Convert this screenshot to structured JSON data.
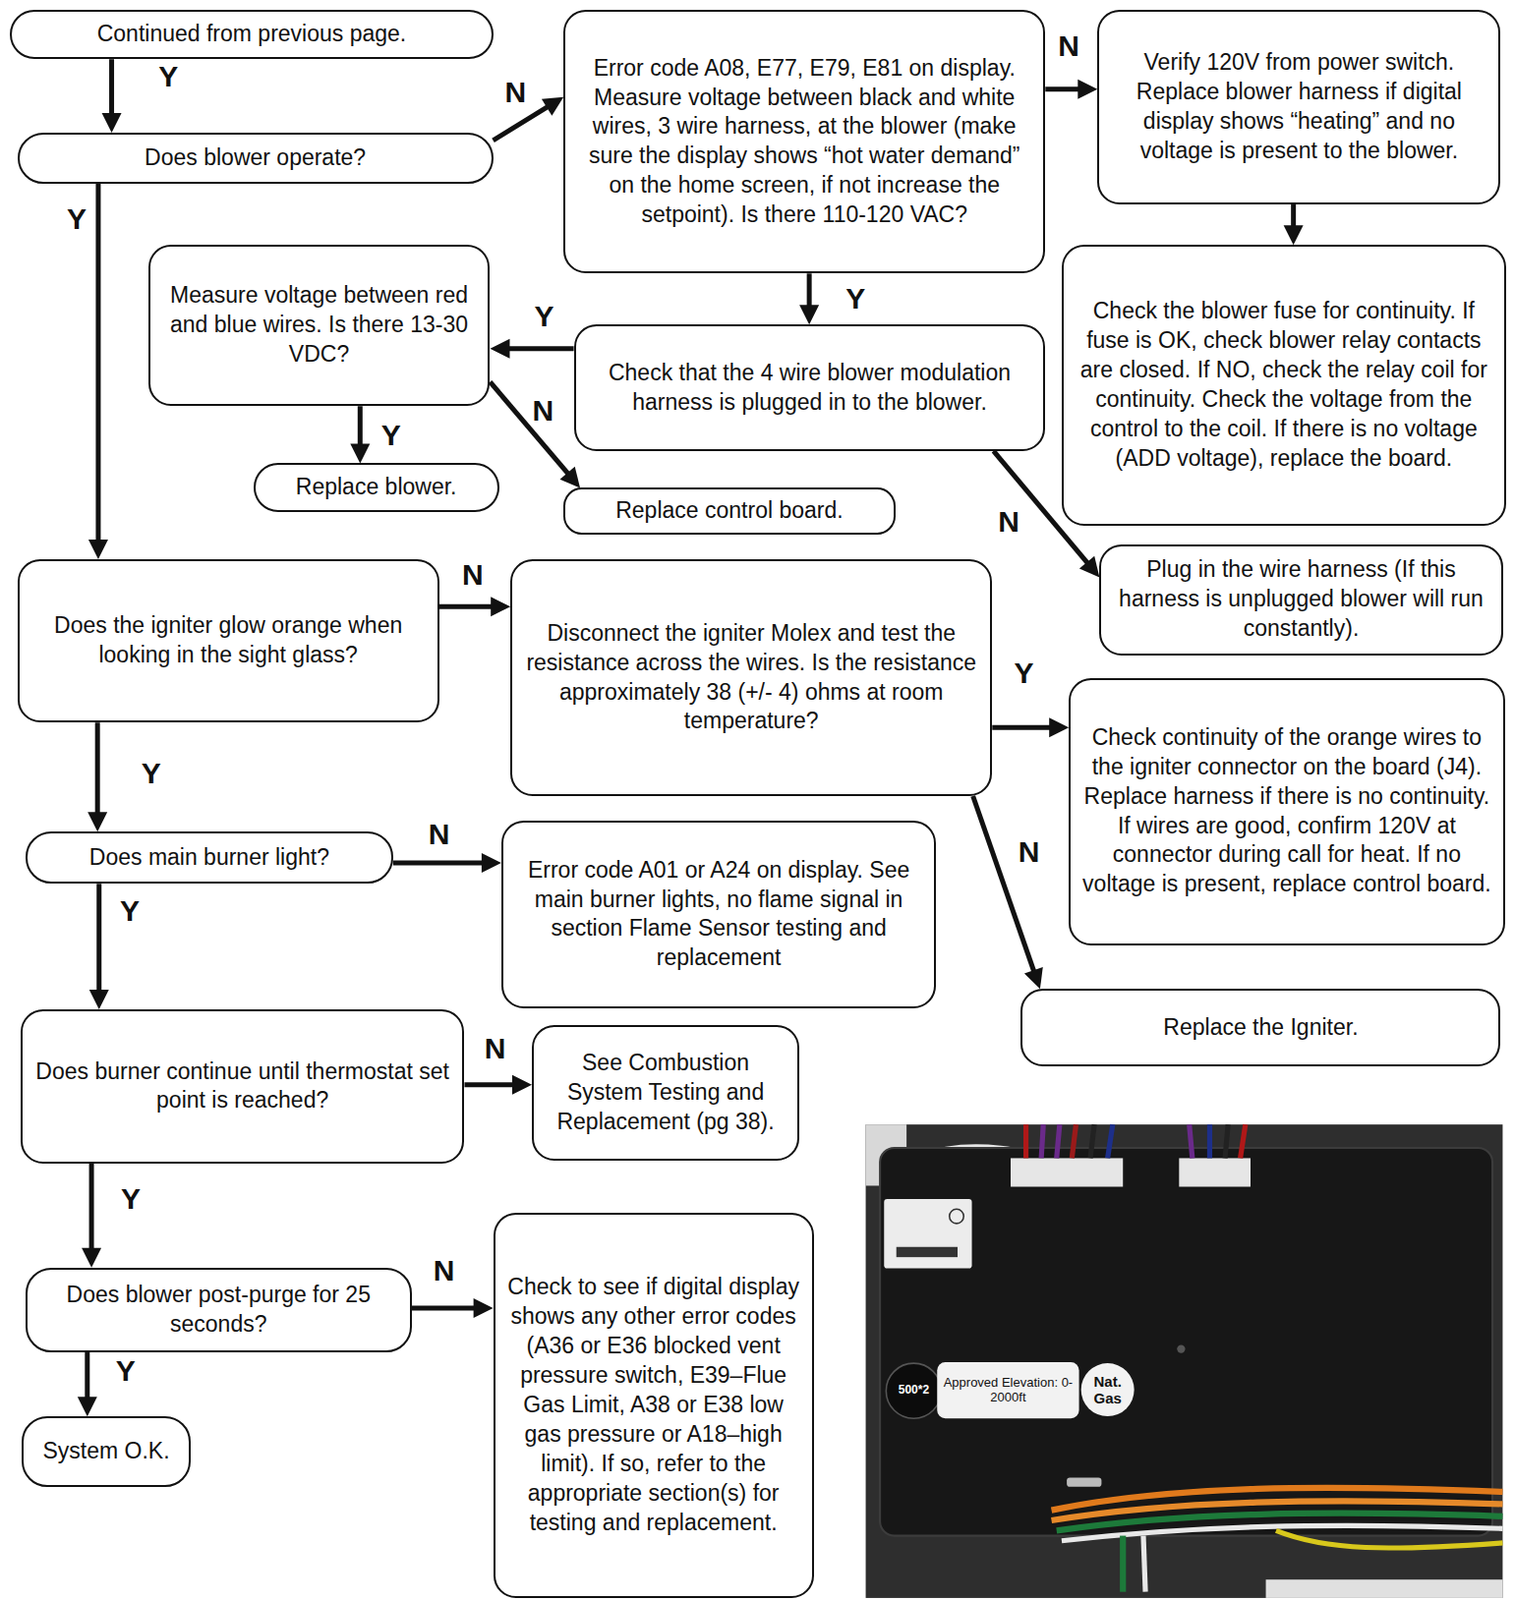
{
  "diagram": {
    "nodes": [
      {
        "text": [
          "Continued from previous page."
        ]
      },
      {
        "text": [
          "Does blower operate?"
        ]
      },
      {
        "text": [
          "Error code A08, E77, E79, E81 on display. Measure voltage between black and white wires, 3 wire harness, at the blower (make sure the display shows “hot water demand” on the home screen, if not increase the setpoint). Is there 110-120 VAC?"
        ]
      },
      {
        "text": [
          "Verify 120V from power switch. Replace blower harness if digital display shows “heating” and no voltage is present to the blower."
        ]
      },
      {
        "text": [
          "Check the blower fuse for continuity. If fuse is OK, check blower relay contacts are closed. If NO, check the relay coil for continuity. Check the voltage from the control to the coil. If there is no voltage (ADD voltage), replace the board."
        ]
      },
      {
        "text": [
          "Measure voltage between red and blue wires. Is there 13-30 VDC?"
        ]
      },
      {
        "text": [
          "Check that the 4 wire blower modulation harness is plugged in to the blower."
        ]
      },
      {
        "text": [
          "Replace blower."
        ]
      },
      {
        "text": [
          "Replace control board."
        ]
      },
      {
        "text": [
          "Plug in the wire harness (If this harness is unplugged blower will run constantly)."
        ]
      },
      {
        "text": [
          "Does the igniter glow orange when looking in the sight glass?"
        ]
      },
      {
        "text": [
          "Disconnect the igniter Molex and test the resistance across the wires. Is the resistance approximately 38 (+/- 4) ohms at room temperature?"
        ]
      },
      {
        "text": [
          "Check continuity of the orange wires to the igniter connector on the board (J4). Replace harness if there is no continuity. If wires are good, confirm 120V at connector during call for heat. If no voltage is present, replace control board."
        ]
      },
      {
        "text": [
          "Does main burner light?"
        ]
      },
      {
        "text": [
          "Error code A01 or A24 on display. See main burner lights, no flame signal in section Flame Sensor testing and replacement"
        ]
      },
      {
        "text": [
          "Replace the Igniter."
        ]
      },
      {
        "text": [
          "Does burner continue until thermostat set point is reached?"
        ]
      },
      {
        "text": [
          "See Combustion System Testing and Replacement (pg 38)."
        ]
      },
      {
        "text": [
          "Does blower post-purge for 25 seconds?"
        ]
      },
      {
        "text": [
          "Check to see if digital display shows any other error codes (A36 or E36 blocked vent pressure switch, E39–Flue Gas Limit, A38 or E38 low gas pressure or A18–high limit). If so, refer to the appropriate section(s) for testing and replacement."
        ]
      },
      {
        "text": [
          "System O.K."
        ]
      }
    ],
    "edges": [
      {
        "from": 0,
        "to": 1,
        "label": "Y",
        "arrow": "to"
      },
      {
        "from": 1,
        "to": 2,
        "label": "N",
        "arrow": "to"
      },
      {
        "from": 2,
        "to": 3,
        "label": "N",
        "arrow": "to"
      },
      {
        "from": 3,
        "to": 4,
        "arrow": "to"
      },
      {
        "from": 2,
        "to": 6,
        "label": "Y",
        "arrow": "to"
      },
      {
        "from": 6,
        "to": 5,
        "label": "Y",
        "arrow": "to"
      },
      {
        "from": 5,
        "to": 7,
        "label": "Y",
        "arrow": "to"
      },
      {
        "from": 5,
        "to": 8,
        "label": "N",
        "arrow": "to"
      },
      {
        "from": 6,
        "to": 9,
        "label": "N",
        "arrow": "to"
      },
      {
        "from": 1,
        "to": 10,
        "label": "Y",
        "arrow": "to"
      },
      {
        "from": 10,
        "to": 11,
        "label": "N",
        "arrow": "to"
      },
      {
        "from": 11,
        "to": 12,
        "label": "Y",
        "arrow": "to"
      },
      {
        "from": 11,
        "to": 15,
        "label": "N",
        "arrow": "to"
      },
      {
        "from": 10,
        "to": 13,
        "label": "Y",
        "arrow": "to"
      },
      {
        "from": 13,
        "to": 14,
        "label": "N",
        "arrow": "to"
      },
      {
        "from": 13,
        "to": 16,
        "label": "Y",
        "arrow": "to"
      },
      {
        "from": 16,
        "to": 17,
        "label": "N",
        "arrow": "to"
      },
      {
        "from": 16,
        "to": 18,
        "label": "Y",
        "arrow": "to"
      },
      {
        "from": 18,
        "to": 19,
        "label": "N",
        "arrow": "to"
      },
      {
        "from": 18,
        "to": 20,
        "label": "Y",
        "arrow": "to"
      }
    ],
    "labels": [
      "500*2",
      "Approved Elevation: 0-2000ft",
      "Nat. Gas"
    ]
  }
}
